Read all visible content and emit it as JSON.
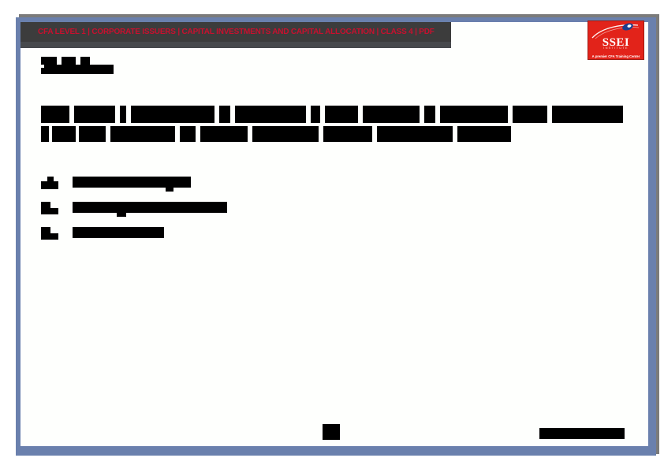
{
  "document": {
    "viewer_title": "CFA LEVEL 1 | CORPORATE ISSUERS | CAPITAL INVESTMENTS AND CAPITAL ALLOCATION | CLASS 4 | PDF",
    "page_background": "#fefffd",
    "frame_accent_color": "#6a80ad",
    "frame_shadow_color": "#7b7b7b"
  },
  "nav": {
    "breadcrumb": "CFA LEVEL 1 | CORPORATE ISSUERS | CAPITAL INVESTMENTS AND CAPITAL ALLOCATION | CLASS 4 | PDF",
    "text_color": "#c8102e",
    "band_color": "#3c3c3c",
    "band_under_color": "#47494c"
  },
  "logo": {
    "name": "SSEI",
    "subtitle": "INSTITUTE",
    "tagline": "A premier CFA Training Center",
    "background_color": "#e2231a",
    "text_color": "#ffffff"
  },
  "slide": {
    "section_label": "[REDACTED]",
    "title_line_1": "[REDACTED]",
    "title_line_2": "[REDACTED]",
    "list": [
      {
        "marker": "[REDACTED]",
        "text": "[REDACTED]"
      },
      {
        "marker": "[REDACTED]",
        "text": "[REDACTED]"
      },
      {
        "marker": "[REDACTED]",
        "text": "[REDACTED]"
      }
    ]
  },
  "footer": {
    "page_number": "[REDACTED]",
    "credit": "[REDACTED]"
  }
}
